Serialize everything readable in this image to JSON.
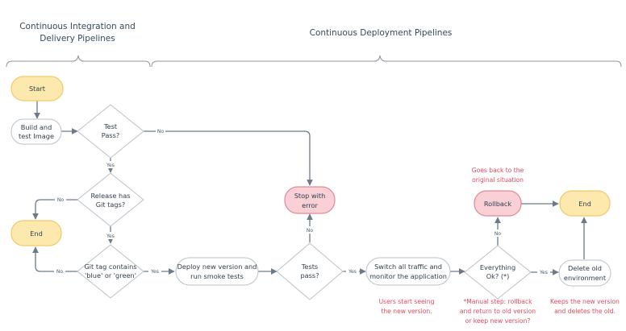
{
  "sections": {
    "ci_title_line1": "Continuous Integration and",
    "ci_title_line2": "Delivery Pipelines",
    "cd_title": "Continuous Deployment Pipelines"
  },
  "nodes": {
    "start": "Start",
    "build_l1": "Build and",
    "build_l2": "test Image",
    "test_pass_l1": "Test",
    "test_pass_l2": "Pass?",
    "release_l1": "Release has",
    "release_l2": "Git tags?",
    "end_left": "End",
    "gittag_l1": "Git tag contains",
    "gittag_l2": "'blue' or 'green'",
    "deploy_l1": "Deploy new version and",
    "deploy_l2": "run smoke tests",
    "tests_l1": "Tests",
    "tests_l2": "pass?",
    "stop_l1": "Stop with",
    "stop_l2": "error",
    "switch_l1": "Switch all traffic and",
    "switch_l2": "monitor the application",
    "everything_l1": "Everything",
    "everything_l2": "Ok? (*)",
    "rollback": "Rollback",
    "end_right": "End",
    "delete_l1": "Delete old",
    "delete_l2": "environment"
  },
  "edge_labels": {
    "test_no": "No",
    "test_yes": "Yes",
    "release_no": "No",
    "release_yes": "Yes",
    "gittag_no": "No",
    "gittag_yes": "Yes",
    "tests_no": "No",
    "tests_yes": "Yes",
    "everything_no": "No",
    "everything_yes": "Yes"
  },
  "notes": {
    "rollback_l1": "Goes back to the",
    "rollback_l2": "original situation",
    "users_l1": "Users start seeing",
    "users_l2": "the new version.",
    "manual_l1": "*Manual step: rollback",
    "manual_l2": "and return to old version",
    "manual_l3": "or keep new version?",
    "keeps_l1": "Keeps the new version",
    "keeps_l2": "and deletes the old."
  },
  "colors": {
    "terminal_fill": "#fde9ae",
    "error_fill": "#f8d0d6",
    "note_text": "#e04a5c",
    "edge": "#6c7a89"
  }
}
